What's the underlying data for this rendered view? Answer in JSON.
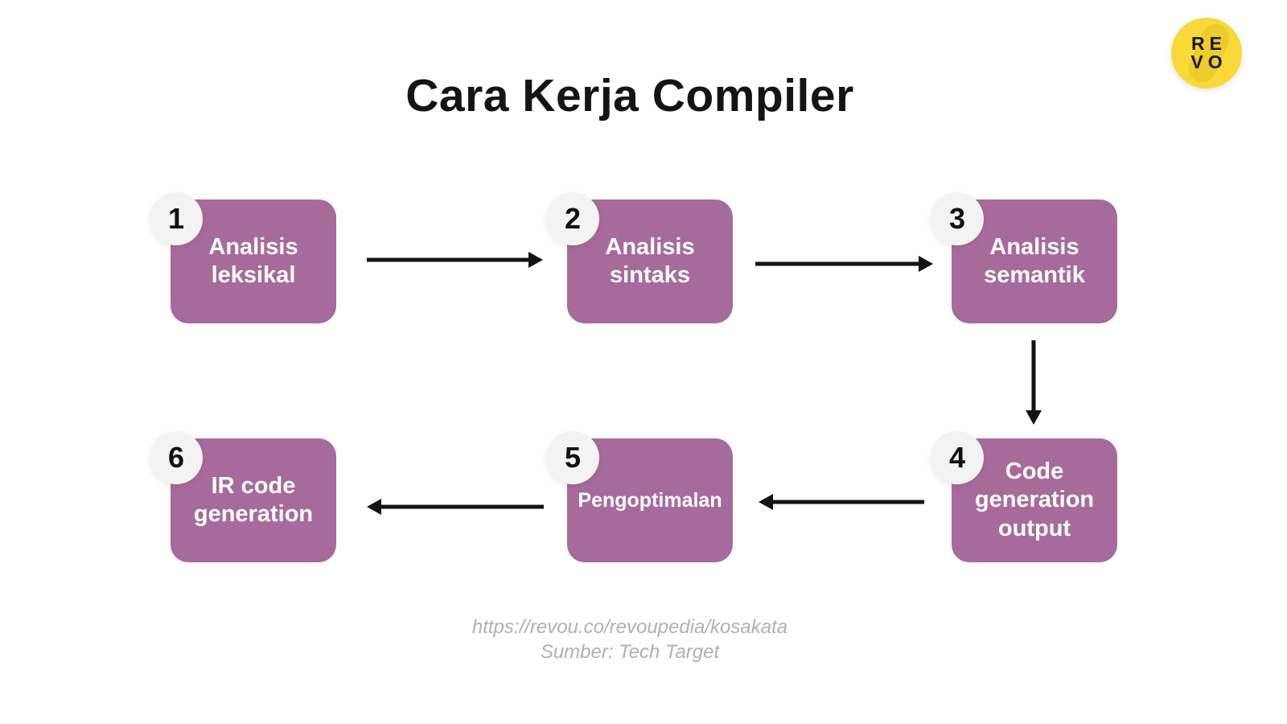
{
  "title": "Cara Kerja Compiler",
  "logo": {
    "name": "RevoU",
    "line1": "RE",
    "line2": "VO"
  },
  "steps": [
    {
      "number": "1",
      "label": "Analisis leksikal"
    },
    {
      "number": "2",
      "label": "Analisis sintaks"
    },
    {
      "number": "3",
      "label": "Analisis semantik"
    },
    {
      "number": "4",
      "label": "Code generation output"
    },
    {
      "number": "5",
      "label": "Pengoptimalan"
    },
    {
      "number": "6",
      "label": "IR code generation"
    }
  ],
  "flow": [
    {
      "from": "1",
      "to": "2",
      "direction": "right"
    },
    {
      "from": "2",
      "to": "3",
      "direction": "right"
    },
    {
      "from": "3",
      "to": "4",
      "direction": "down"
    },
    {
      "from": "4",
      "to": "5",
      "direction": "left"
    },
    {
      "from": "5",
      "to": "6",
      "direction": "left"
    }
  ],
  "footer": {
    "url": "https://revou.co/revoupedia/kosakata",
    "source": "Sumber: Tech Target"
  },
  "colors": {
    "background": "#ffffff",
    "box": "#a76b9b",
    "box_text": "#ffffff",
    "badge_bg": "#f3f3f3",
    "badge_text": "#111111",
    "arrow": "#141414",
    "title_text": "#141414",
    "footer_text": "#b2b0b0",
    "logo_bg": "#f8d937"
  }
}
